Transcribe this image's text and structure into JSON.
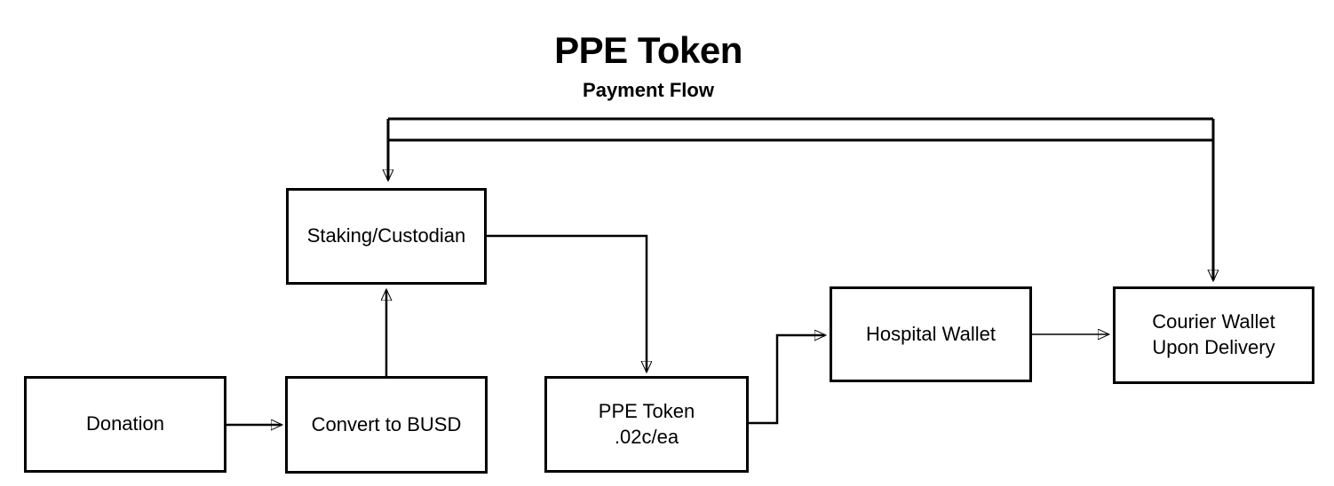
{
  "title": "PPE Token",
  "subtitle": "Payment Flow",
  "colors": {
    "stroke": "#000000",
    "background": "#ffffff",
    "text": "#000000"
  },
  "nodes": {
    "donation": {
      "label": "Donation"
    },
    "convert_to_busd": {
      "label": "Convert to BUSD"
    },
    "staking_custodian": {
      "label": "Staking/Custodian"
    },
    "ppe_token": {
      "label": "PPE Token\n.02c/ea"
    },
    "hospital_wallet": {
      "label": "Hospital Wallet"
    },
    "courier_wallet": {
      "label": "Courier Wallet\nUpon Delivery"
    }
  },
  "edges": [
    {
      "from": "Donation",
      "to": "Convert to BUSD",
      "arrow": "right"
    },
    {
      "from": "Convert to BUSD",
      "to": "Staking/Custodian",
      "arrow": "up"
    },
    {
      "from": "Staking/Custodian",
      "to": "PPE Token .02c/ea",
      "arrow": "down"
    },
    {
      "from": "PPE Token .02c/ea",
      "to": "Hospital Wallet",
      "arrow": "right"
    },
    {
      "from": "Hospital Wallet",
      "to": "Courier Wallet Upon Delivery",
      "arrow": "right"
    },
    {
      "from": "top loop",
      "to": "Staking/Custodian",
      "arrow": "down",
      "note": "double horizontal line across the top"
    },
    {
      "from": "top loop",
      "to": "Courier Wallet Upon Delivery",
      "arrow": "down",
      "note": "double horizontal line across the top"
    }
  ]
}
